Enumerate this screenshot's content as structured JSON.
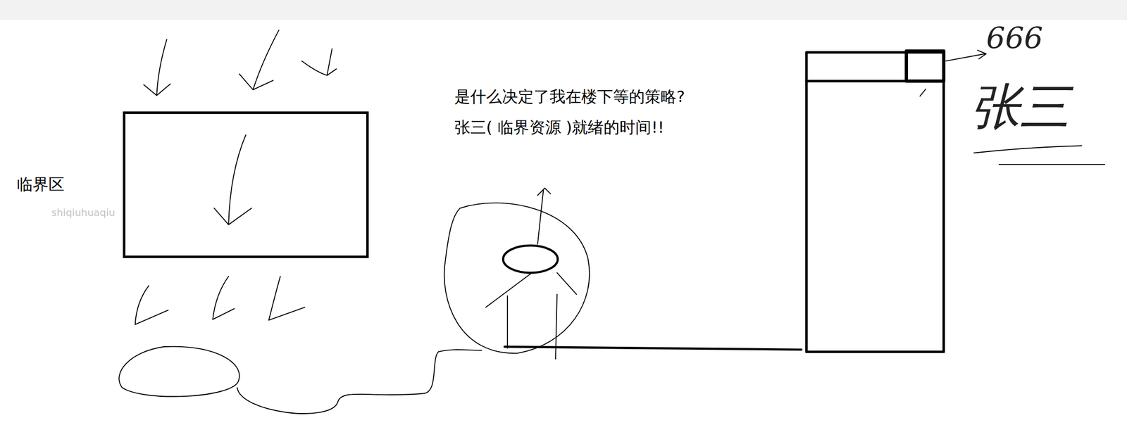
{
  "diagram": {
    "nodes": [
      {
        "text": [
          "临界区"
        ]
      }
    ],
    "labels": [
      "是什么决定了我在楼下等的策略?",
      "张三( 临界资源 )就绪的时间!!",
      "shiqiuhuaqiu",
      "666",
      "张三"
    ]
  }
}
